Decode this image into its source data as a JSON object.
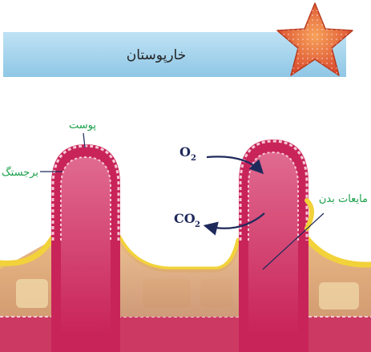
{
  "header": {
    "title": "خارپوستان",
    "band_color": "#a9d6ee"
  },
  "labels": {
    "skin": "پوست",
    "projection": "برجستگ",
    "body_fluid": "مایعات بدن",
    "o2": "O",
    "o2_sub": "2",
    "co2": "CO",
    "co2_sub": "2"
  },
  "icons": {
    "mascot": "starfish-icon"
  },
  "colors": {
    "label_green": "#1aa04a",
    "tissue_red": "#c8245a",
    "tissue_pink": "#e0557f",
    "base_tan": "#d9a576",
    "edge_yellow": "#f2d23a",
    "arrow_navy": "#1f2a5c",
    "starfish": "#e8643a"
  }
}
